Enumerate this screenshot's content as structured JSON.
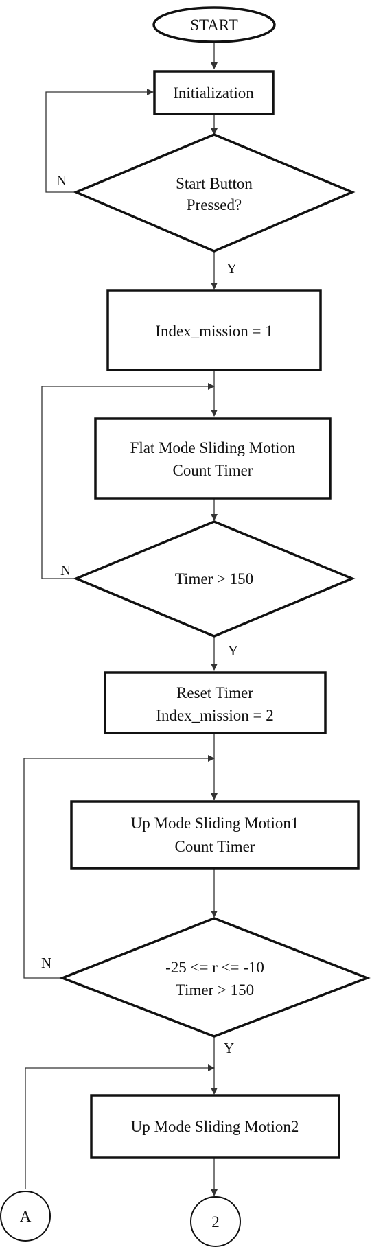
{
  "nodes": {
    "start": "START",
    "init": "Initialization",
    "start_check": [
      "Start Button",
      "Pressed?"
    ],
    "index1": "Index_mission = 1",
    "flat": [
      "Flat Mode Sliding Motion",
      "Count Timer"
    ],
    "timer1": "Timer > 150",
    "reset": [
      "Reset Timer",
      "Index_mission = 2"
    ],
    "up1": [
      "Up Mode Sliding Motion1",
      "Count Timer"
    ],
    "cond2": [
      "-25 <= r <= -10",
      "Timer > 150"
    ],
    "up2": "Up Mode Sliding Motion2",
    "conn_a": "A",
    "conn_2": "2"
  },
  "labels": {
    "yes": "Y",
    "no": "N"
  }
}
